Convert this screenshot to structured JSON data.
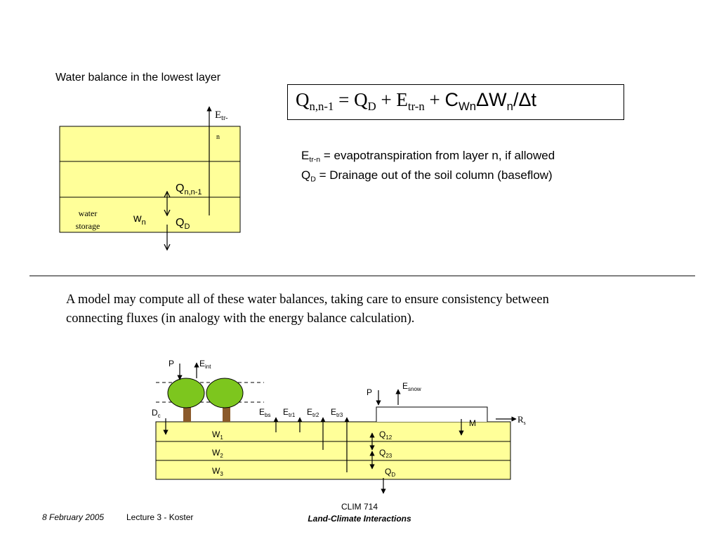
{
  "top_section": {
    "title": "Water balance in the lowest layer",
    "equation": {
      "q_main": "Q",
      "q_sub": "n,n-1",
      "eq": " = ",
      "qd_main": "Q",
      "qd_sub": "D",
      "plus1": " + ",
      "e_main": "E",
      "e_sub": "tr-n",
      "plus2": " + ",
      "c_main": "C",
      "c_sub": "Wn",
      "delta_w": "ΔW",
      "w_sub": "n",
      "over_dt": "/Δt"
    },
    "definitions": [
      {
        "main": "E",
        "sub": "tr-n",
        "text": " = evapotranspiration from layer n, if allowed"
      },
      {
        "main": "Q",
        "sub": "D",
        "text": " = Drainage out of the soil column (baseflow)"
      }
    ],
    "diagram": {
      "etr_main": "E",
      "etr_sub1": "tr-",
      "etr_sub2": "n",
      "q_main": "Q",
      "q_sub": "n,n-1",
      "w_main": "w",
      "w_sub": "n",
      "qd_main": "Q",
      "qd_sub": "D",
      "storage_line1": "water",
      "storage_line2": "storage"
    }
  },
  "paragraph": "A model may compute all of these water balances, taking care to ensure consistency between connecting fluxes (in analogy with the energy balance calculation).",
  "bottom_diagram": {
    "p1": "P",
    "eint_main": "E",
    "eint_sub": "int",
    "dc_main": "D",
    "dc_sub": "c",
    "ebs_main": "E",
    "ebs_sub": "bs",
    "etr1_main": "E",
    "etr1_sub": "tr1",
    "etr2_main": "E",
    "etr2_sub": "tr2",
    "etr3_main": "E",
    "etr3_sub": "tr3",
    "p2": "P",
    "esnow_main": "E",
    "esnow_sub": "snow",
    "m": "M",
    "rs_main": "R",
    "rs_sub": "s",
    "w1_main": "W",
    "w1_sub": "1",
    "w2_main": "W",
    "w2_sub": "2",
    "w3_main": "W",
    "w3_sub": "3",
    "q12_main": "Q",
    "q12_sub": "12",
    "q23_main": "Q",
    "q23_sub": "23",
    "qd_main": "Q",
    "qd_sub": "D"
  },
  "footer": {
    "date": "8 February 2005",
    "lecture": "Lecture 3 - Koster",
    "course_code": "CLIM 714",
    "course_title": "Land-Climate Interactions"
  },
  "colors": {
    "soil_fill": "#ffff99",
    "tree_crown": "#7dc61e",
    "tree_trunk": "#8b5a2b"
  }
}
